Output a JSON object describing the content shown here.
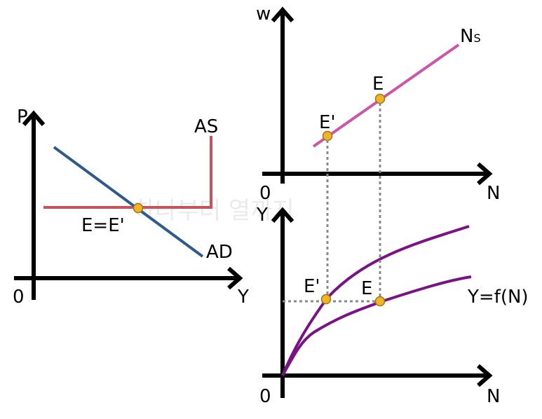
{
  "watermark": "하나부터 열까지",
  "colors": {
    "axis": "#000000",
    "as_curve": "#c9535a",
    "ad_curve": "#2e5a8c",
    "ns_curve": "#cc55aa",
    "production": "#7a1286",
    "point_fill": "#f0b429",
    "point_stroke": "#a0740f",
    "guide": "#888888"
  },
  "left_graph": {
    "y_axis_label": "P",
    "x_axis_label": "Y",
    "origin_label": "0",
    "as_label": "AS",
    "ad_label": "AD",
    "eq_label": "E=E'"
  },
  "labor_market": {
    "y_axis_label": "w",
    "x_axis_label": "N",
    "origin_label": "0",
    "ns_label_main": "N",
    "ns_label_sub": "S",
    "point_e_label": "E",
    "point_e2_label": "E'"
  },
  "production_graph": {
    "y_axis_label": "Y",
    "x_axis_label": "N",
    "origin_label": "0",
    "point_e_label": "E",
    "point_e2_label": "E'",
    "function_label": "Y=f(N)"
  }
}
